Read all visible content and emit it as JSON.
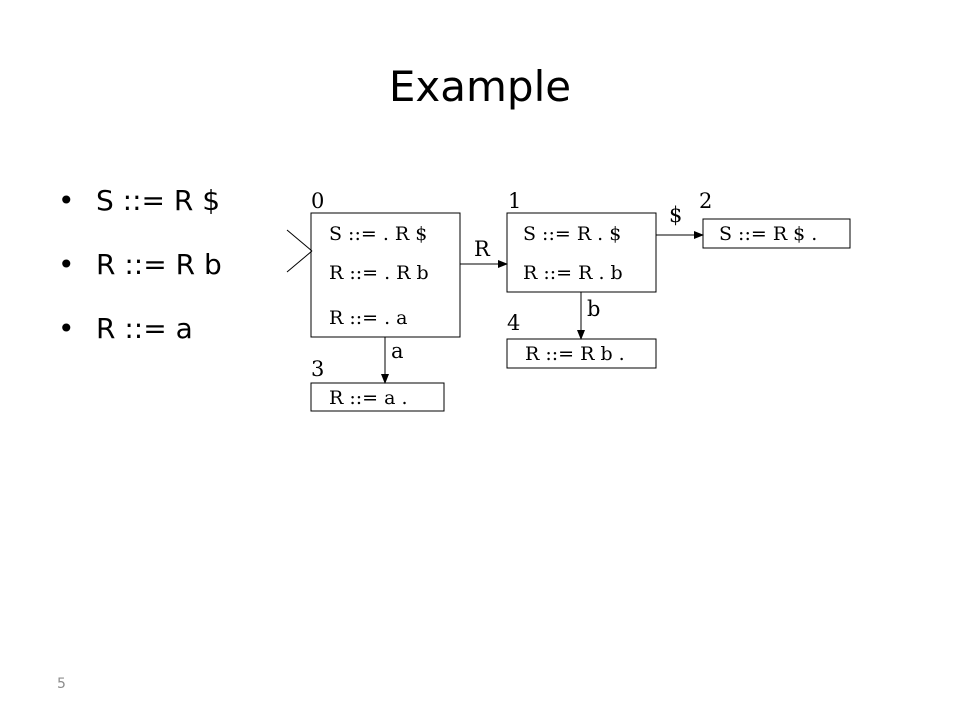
{
  "title": "Example",
  "grammar": [
    "S ::= R $",
    "R ::= R b",
    "R ::= a"
  ],
  "bullet_char": "•",
  "slide_number": "5",
  "diagram": {
    "states": [
      {
        "label": "0",
        "items": [
          "S ::= . R $",
          "R ::= . R b",
          "R ::= . a"
        ]
      },
      {
        "label": "1",
        "items": [
          "S ::= R . $",
          "R ::= R . b"
        ]
      },
      {
        "label": "2",
        "items": [
          "S ::= R $ ."
        ]
      },
      {
        "label": "3",
        "items": [
          "R ::= a ."
        ]
      },
      {
        "label": "4",
        "items": [
          "R ::= R b ."
        ]
      }
    ],
    "transitions": [
      {
        "from": "0",
        "to": "1",
        "label": "R"
      },
      {
        "from": "1",
        "to": "2",
        "label": "$"
      },
      {
        "from": "1",
        "to": "4",
        "label": "b"
      },
      {
        "from": "0",
        "to": "3",
        "label": "a"
      }
    ]
  }
}
